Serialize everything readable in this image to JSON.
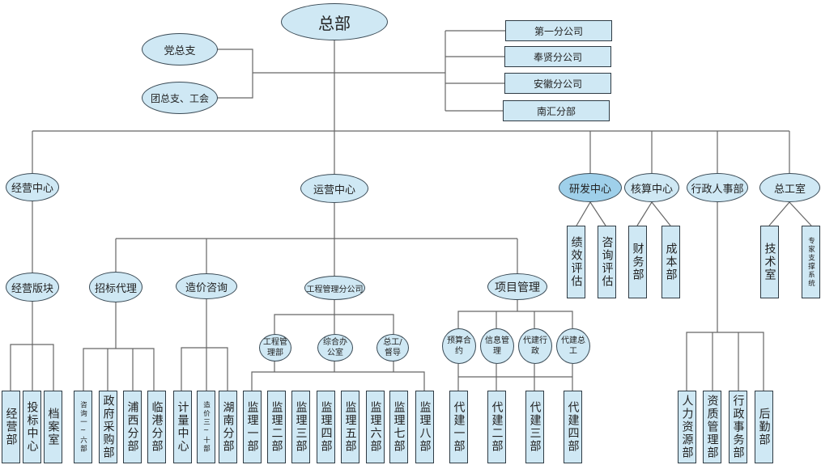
{
  "title": "总部",
  "party": [
    "党总支",
    "团总支、工会"
  ],
  "branches": [
    "第一分公司",
    "奉贤分公司",
    "安徽分公司",
    "南汇分部"
  ],
  "centers": {
    "business": "经营中心",
    "operation": "运营中心",
    "rnd": "研发中心",
    "accounting": "核算中心",
    "admin": "行政人事部",
    "chief_engineer": "总工室"
  },
  "business_block": {
    "label": "经营版块",
    "children": [
      "经营部",
      "投标中心",
      "档案室"
    ]
  },
  "operation_divisions": {
    "bidding": {
      "label": "招标代理",
      "children": [
        "咨询一~六部",
        "政府采购部",
        "浦西分部",
        "临港分部"
      ]
    },
    "cost": {
      "label": "造价咨询",
      "children": [
        "计量中心",
        "造价三~十部",
        "湖南分部"
      ]
    },
    "engineering": {
      "label": "工程管理分公司",
      "subs": [
        "工程管理部",
        "综合办公室",
        "总工/督导"
      ],
      "children": [
        "监理一部",
        "监理二部",
        "监理三部",
        "监理四部",
        "监理五部",
        "监理六部",
        "监理七部",
        "监理八部"
      ]
    },
    "project": {
      "label": "项目管理",
      "subs": [
        "预算合约",
        "信息管理",
        "代建行政",
        "代建总工"
      ],
      "children": [
        "代建一部",
        "代建二部",
        "代建三部",
        "代建四部"
      ]
    }
  },
  "rnd_children": [
    "绩效评估",
    "咨询评估"
  ],
  "accounting_children": [
    "财务部",
    "成本部"
  ],
  "admin_children": [
    "人力资源部",
    "资质管理部",
    "行政事务部",
    "后勤部"
  ],
  "chief_children": [
    "技术室",
    "专家支撑系统"
  ],
  "colors": {
    "node_fill": "#cfe8f4",
    "highlight_fill": "#9fd0ea",
    "line": "#666666",
    "border": "#2f3b44"
  }
}
